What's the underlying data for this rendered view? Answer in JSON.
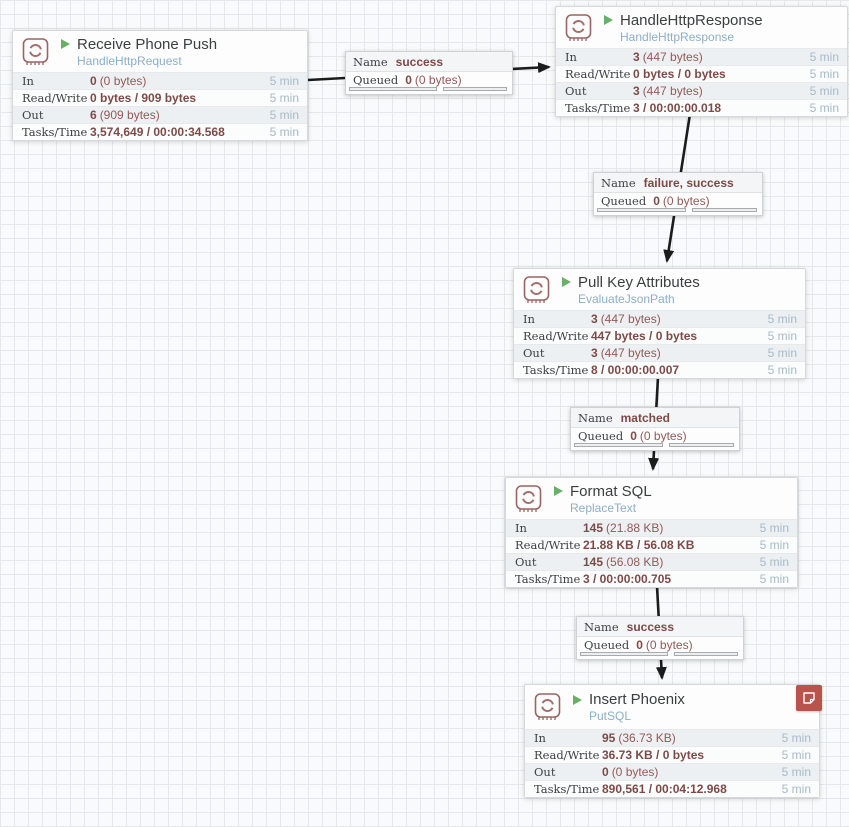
{
  "processors": [
    {
      "name": "Receive Phone Push",
      "type": "HandleHttpRequest",
      "run_status": "running",
      "stats": [
        {
          "label": "In",
          "value_bold": "0",
          "value_rest": "(0 bytes)",
          "window": "5 min"
        },
        {
          "label": "Read/Write",
          "value_bold": "0 bytes / 909 bytes",
          "value_rest": "",
          "window": "5 min"
        },
        {
          "label": "Out",
          "value_bold": "6",
          "value_rest": "(909 bytes)",
          "window": "5 min"
        },
        {
          "label": "Tasks/Time",
          "value_bold": "3,574,649 / 00:00:34.568",
          "value_rest": "",
          "window": "5 min"
        }
      ]
    },
    {
      "name": "HandleHttpResponse",
      "type": "HandleHttpResponse",
      "run_status": "running",
      "stats": [
        {
          "label": "In",
          "value_bold": "3",
          "value_rest": "(447 bytes)",
          "window": "5 min"
        },
        {
          "label": "Read/Write",
          "value_bold": "0 bytes / 0 bytes",
          "value_rest": "",
          "window": "5 min"
        },
        {
          "label": "Out",
          "value_bold": "3",
          "value_rest": "(447 bytes)",
          "window": "5 min"
        },
        {
          "label": "Tasks/Time",
          "value_bold": "3 / 00:00:00.018",
          "value_rest": "",
          "window": "5 min"
        }
      ]
    },
    {
      "name": "Pull Key Attributes",
      "type": "EvaluateJsonPath",
      "run_status": "running",
      "stats": [
        {
          "label": "In",
          "value_bold": "3",
          "value_rest": "(447 bytes)",
          "window": "5 min"
        },
        {
          "label": "Read/Write",
          "value_bold": "447 bytes / 0 bytes",
          "value_rest": "",
          "window": "5 min"
        },
        {
          "label": "Out",
          "value_bold": "3",
          "value_rest": "(447 bytes)",
          "window": "5 min"
        },
        {
          "label": "Tasks/Time",
          "value_bold": "8 / 00:00:00.007",
          "value_rest": "",
          "window": "5 min"
        }
      ]
    },
    {
      "name": "Format SQL",
      "type": "ReplaceText",
      "run_status": "running",
      "stats": [
        {
          "label": "In",
          "value_bold": "145",
          "value_rest": "(21.88 KB)",
          "window": "5 min"
        },
        {
          "label": "Read/Write",
          "value_bold": "21.88 KB / 56.08 KB",
          "value_rest": "",
          "window": "5 min"
        },
        {
          "label": "Out",
          "value_bold": "145",
          "value_rest": "(56.08 KB)",
          "window": "5 min"
        },
        {
          "label": "Tasks/Time",
          "value_bold": "3 / 00:00:00.705",
          "value_rest": "",
          "window": "5 min"
        }
      ]
    },
    {
      "name": "Insert Phoenix",
      "type": "PutSQL",
      "run_status": "running",
      "has_comment_badge": true,
      "stats": [
        {
          "label": "In",
          "value_bold": "95",
          "value_rest": "(36.73 KB)",
          "window": "5 min"
        },
        {
          "label": "Read/Write",
          "value_bold": "36.73 KB / 0 bytes",
          "value_rest": "",
          "window": "5 min"
        },
        {
          "label": "Out",
          "value_bold": "0",
          "value_rest": "(0 bytes)",
          "window": "5 min"
        },
        {
          "label": "Tasks/Time",
          "value_bold": "890,561 / 00:04:12.968",
          "value_rest": "",
          "window": "5 min"
        }
      ]
    }
  ],
  "connections": [
    {
      "name_label": "Name",
      "name_value": "success",
      "queued_label": "Queued",
      "queued_bold": "0",
      "queued_rest": "(0 bytes)"
    },
    {
      "name_label": "Name",
      "name_value": "failure, success",
      "queued_label": "Queued",
      "queued_bold": "0",
      "queued_rest": "(0 bytes)"
    },
    {
      "name_label": "Name",
      "name_value": "matched",
      "queued_label": "Queued",
      "queued_bold": "0",
      "queued_rest": "(0 bytes)"
    },
    {
      "name_label": "Name",
      "name_value": "success",
      "queued_label": "Queued",
      "queued_bold": "0",
      "queued_rest": "(0 bytes)"
    }
  ],
  "colors": {
    "stat_value_maroon": "#7d4a47",
    "stat_window_blue": "#a6bac9",
    "processor_type_blue": "#8caec7",
    "run_green": "#67b167",
    "icon_maroon": "#9a6561",
    "comment_badge_red": "#b9534c",
    "arrow_black": "#1c1c1c"
  }
}
